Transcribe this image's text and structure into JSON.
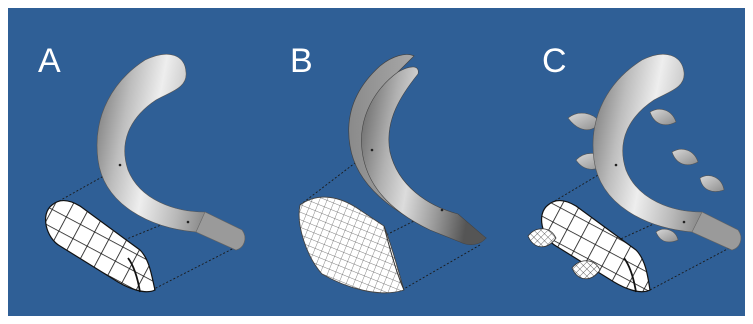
{
  "figure": {
    "background_color": "#2f5f96",
    "frame_color": "#ffffff",
    "body_color": "#a9a9a9",
    "mesh_line_color": "#222222",
    "guide_line_color": "#1a1a1a",
    "panels": [
      {
        "label": "A",
        "content": "curved-tube-with-unwrapped-grid-mesh"
      },
      {
        "label": "B",
        "content": "curved-tube-with-sheet-and-flattened-mesh"
      },
      {
        "label": "C",
        "content": "curved-tube-with-fins-and-unwrapped-mesh"
      }
    ]
  }
}
